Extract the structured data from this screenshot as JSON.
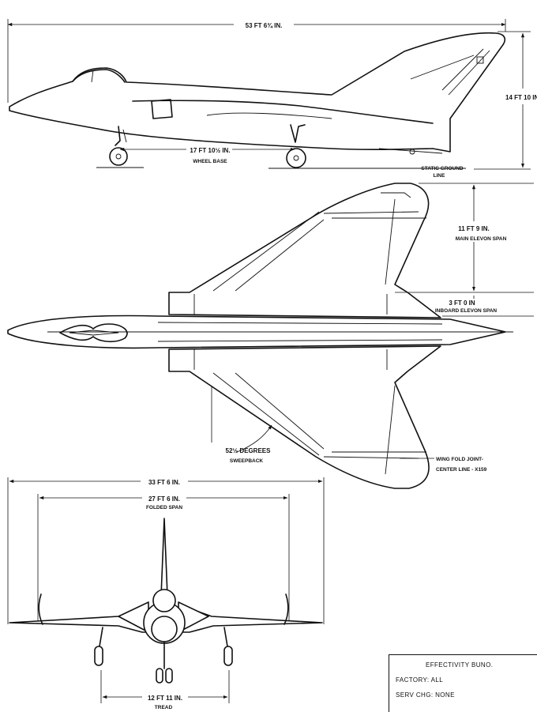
{
  "side_view": {
    "overall_length": "53 FT 6¾ IN.",
    "height": "14 FT 10 IN.",
    "wheel_base_value": "17 FT 10½ IN.",
    "wheel_base_label": "WHEEL BASE",
    "ground_line_1": "STATIC GROUND",
    "ground_line_2": "LINE"
  },
  "plan_view": {
    "main_elevon_value": "11 FT 9 IN.",
    "main_elevon_label": "MAIN ELEVON SPAN",
    "inboard_elevon_value": "3 FT 0 IN",
    "inboard_elevon_label": "INBOARD ELEVON SPAN",
    "sweep_value": "52½ DEGREES",
    "sweep_label": "SWEEPBACK",
    "wing_fold_1": "WING FOLD JOINT-",
    "wing_fold_2": "CENTER LINE - X159"
  },
  "front_view": {
    "span": "33 FT 6 IN.",
    "folded_span_value": "27 FT 6 IN.",
    "folded_span_label": "FOLDED SPAN",
    "tread_value": "12 FT 11 IN.",
    "tread_label": "TREAD"
  },
  "effectivity": {
    "title": "EFFECTIVITY BUNO.",
    "factory": "FACTORY: ALL",
    "serv_chg": "SERV CHG: NONE"
  }
}
